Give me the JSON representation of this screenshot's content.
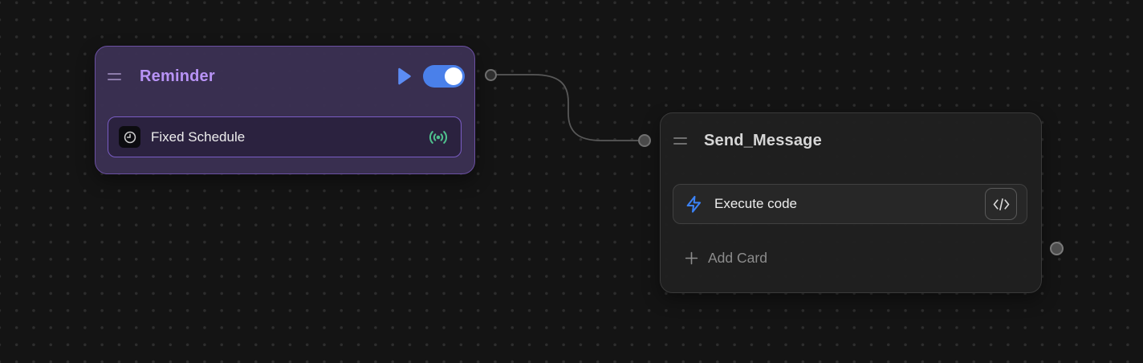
{
  "canvas": {
    "background_color": "#141414",
    "dot_color": "#2d2d2d"
  },
  "reminder_node": {
    "title": "Reminder",
    "title_color": "#b893f6",
    "toggle_state": "on",
    "icons": {
      "drag_handle": "two-line-grip",
      "run": "play-triangle",
      "card_left": "clock-icon",
      "card_right": "signal-broadcast-icon"
    },
    "card": {
      "label": "Fixed Schedule"
    }
  },
  "send_node": {
    "title": "Send_Message",
    "icons": {
      "drag_handle": "two-line-grip",
      "card_left": "lightning-icon",
      "card_right": "code-brackets-icon",
      "add": "plus-icon"
    },
    "card": {
      "label": "Execute code"
    },
    "add_card_label": "Add Card"
  },
  "connection": {
    "from": "reminder-output-port",
    "to": "send-message-input-port"
  },
  "colors": {
    "accent_purple": "#b893f6",
    "node_purple_fill": "#3b3053",
    "node_purple_border": "#6b50a2",
    "card_purple_border": "#7a5dc4",
    "toggle_blue": "#4a80ea",
    "play_blue": "#5c8cf4",
    "lightning_blue": "#3b82f6",
    "signal_green": "#4fc08d",
    "wire_gray": "#585858",
    "dark_node_fill": "#202020",
    "muted_text": "#8c8c8c"
  }
}
